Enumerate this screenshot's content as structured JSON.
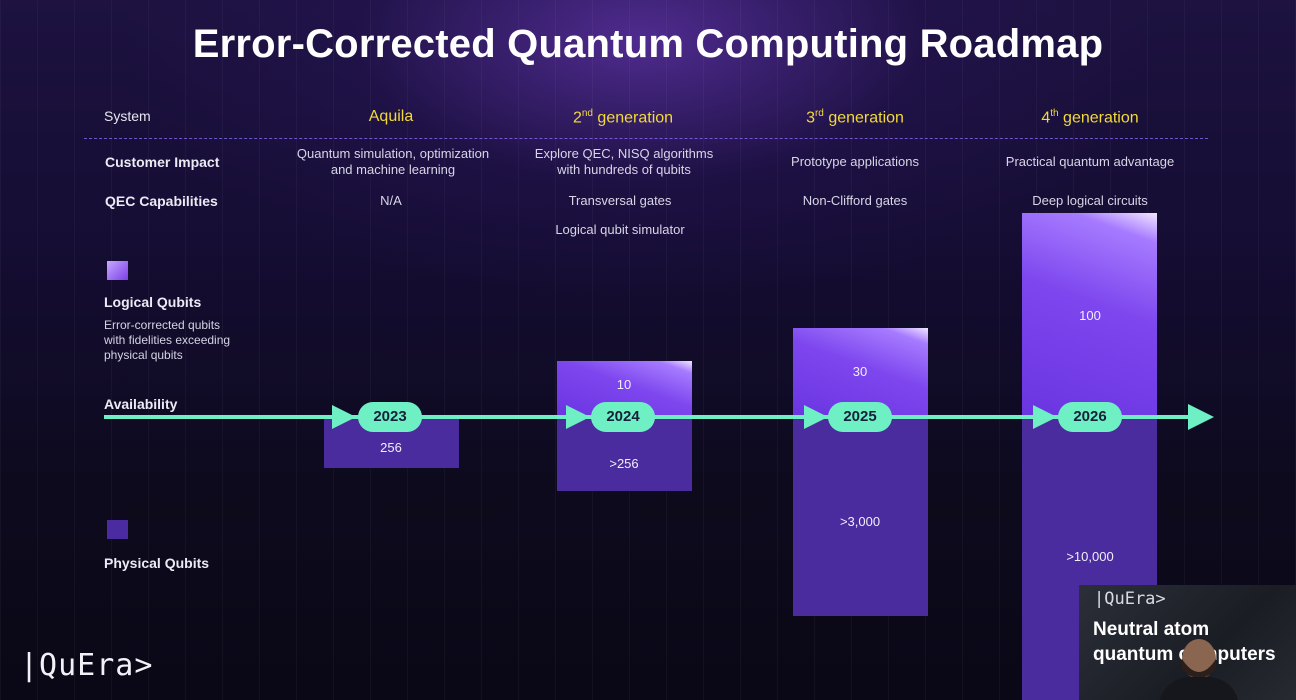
{
  "title": "Error-Corrected Quantum Computing Roadmap",
  "header": {
    "system_label": "System",
    "generations": [
      {
        "name": "Aquila",
        "ordinal": "",
        "rest": ""
      },
      {
        "name": "2",
        "ordinal": "nd",
        "rest": " generation"
      },
      {
        "name": "3",
        "ordinal": "rd",
        "rest": " generation"
      },
      {
        "name": "4",
        "ordinal": "th",
        "rest": " generation"
      }
    ]
  },
  "rows": {
    "customer_impact": {
      "label": "Customer Impact",
      "values": [
        [
          "Quantum simulation, optimization",
          "and machine learning"
        ],
        [
          "Explore QEC, NISQ algorithms",
          "with hundreds of qubits"
        ],
        [
          "Prototype applications"
        ],
        [
          "Practical quantum advantage"
        ]
      ]
    },
    "qec_capabilities": {
      "label": "QEC Capabilities",
      "values": [
        "N/A",
        "Transversal gates",
        "Non-Clifford gates",
        "Deep logical circuits"
      ],
      "extra": "Logical qubit simulator"
    }
  },
  "legend": {
    "logical": {
      "title": "Logical Qubits",
      "desc": [
        "Error-corrected qubits",
        "with fidelities exceeding",
        "physical qubits"
      ],
      "color": "#8a55f0"
    },
    "physical": {
      "title": "Physical Qubits",
      "color": "#4a2c9e"
    },
    "availability": "Availability"
  },
  "timeline": {
    "years": [
      "2023",
      "2024",
      "2025",
      "2026"
    ],
    "arrow_color": "#6ff0c4"
  },
  "qubits": {
    "logical": [
      "",
      "10",
      "30",
      "100"
    ],
    "physical": [
      "256",
      ">256",
      ">3,000",
      ">10,000"
    ]
  },
  "logo": "|QuEra>",
  "video_overlay": {
    "logo": "|QuEra>",
    "line1": "Neutral atom",
    "line2": "quantum computers"
  }
}
